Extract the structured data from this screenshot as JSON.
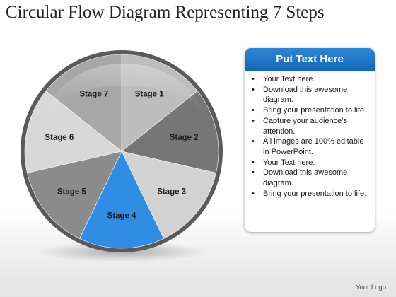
{
  "title": "Circular Flow Diagram Representing 7 Steps",
  "diagram": {
    "stages": [
      {
        "label": "Stage 1",
        "color": "#bdbdbd"
      },
      {
        "label": "Stage 2",
        "color": "#767676"
      },
      {
        "label": "Stage 3",
        "color": "#d2d2d2"
      },
      {
        "label": "Stage 4",
        "color": "#2f8de4"
      },
      {
        "label": "Stage 5",
        "color": "#8b8b8b"
      },
      {
        "label": "Stage 6",
        "color": "#d8d8d8"
      },
      {
        "label": "Stage 7",
        "color": "#a7a7a7"
      }
    ]
  },
  "panel": {
    "heading": "Put Text Here",
    "items": [
      "Your Text here.",
      "Download this awesome diagram.",
      "Bring your presentation to life.",
      "Capture your audience’s attention.",
      "All images are 100% editable in PowerPoint.",
      "Your Text here.",
      "Download this awesome diagram.",
      "Bring your presentation to life."
    ]
  },
  "footer": {
    "logo_text": "Your Logo"
  }
}
